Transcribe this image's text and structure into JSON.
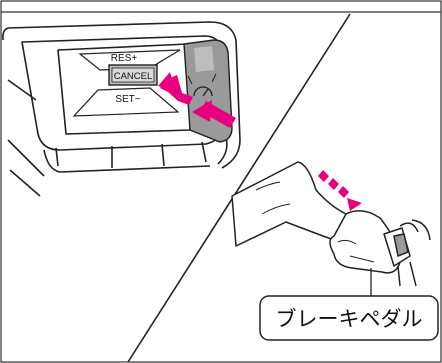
{
  "illustration": {
    "controls": {
      "res_label": "RES+",
      "cancel_label": "CANCEL",
      "set_label": "SET−"
    },
    "callout": {
      "label": "ブレーキペダル"
    },
    "colors": {
      "arrow": "#e6007e",
      "line": "#222222",
      "shade": "#9a9a9a",
      "cancel_fill": "#bcbcbc",
      "background": "#ffffff"
    }
  }
}
